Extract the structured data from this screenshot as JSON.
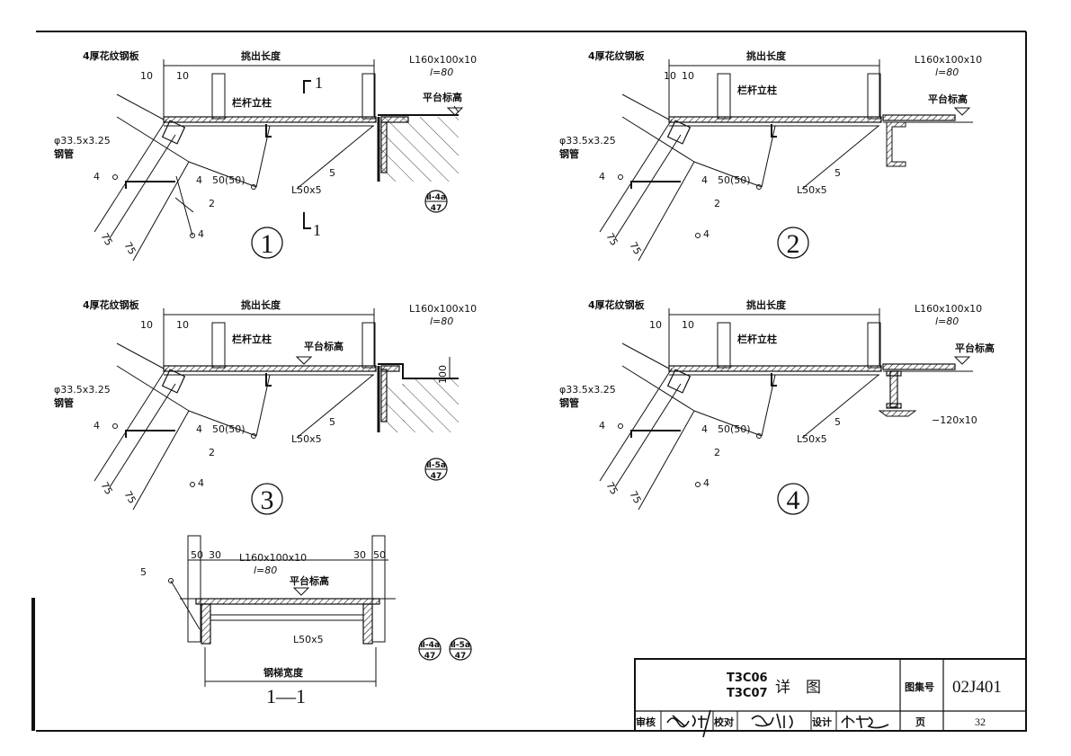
{
  "labels": {
    "plate": "4厚花纹钢板",
    "overhang": "挑出长度",
    "angle_big": "L160x100x10",
    "angle_len": "l=80",
    "post": "栏杆立柱",
    "platform": "平台标高",
    "pipe_dim": "φ33.5x3.25",
    "pipe": "钢管",
    "weld4_50": "4",
    "weld_len": "50(50)",
    "angle_small": "L50x5",
    "weld5": "5",
    "weld2": "2",
    "weld4": "4",
    "dim10": "10",
    "dim75": "75",
    "plate_bottom": "−120x10",
    "dim100": "100",
    "stair_width": "钢梯宽度",
    "dim50": "50",
    "dim30": "30",
    "weld5_sec": "5"
  },
  "callouts": {
    "ref1_top": "Ⅱ-4a",
    "ref1_bot": "47",
    "ref3_top": "Ⅱ-5a",
    "ref3_bot": "47"
  },
  "details": {
    "d1": "1",
    "d2": "2",
    "d3": "3",
    "d4": "4",
    "section_mark": "1",
    "section_title": "1—1"
  },
  "title_block": {
    "code_line1": "T3C06",
    "code_line2": "T3C07",
    "title": "详　图",
    "atlas_label": "图集号",
    "atlas_no": "02J401",
    "review": "审核",
    "check": "校对",
    "design": "设计",
    "page_label": "页",
    "page_no": "32"
  }
}
